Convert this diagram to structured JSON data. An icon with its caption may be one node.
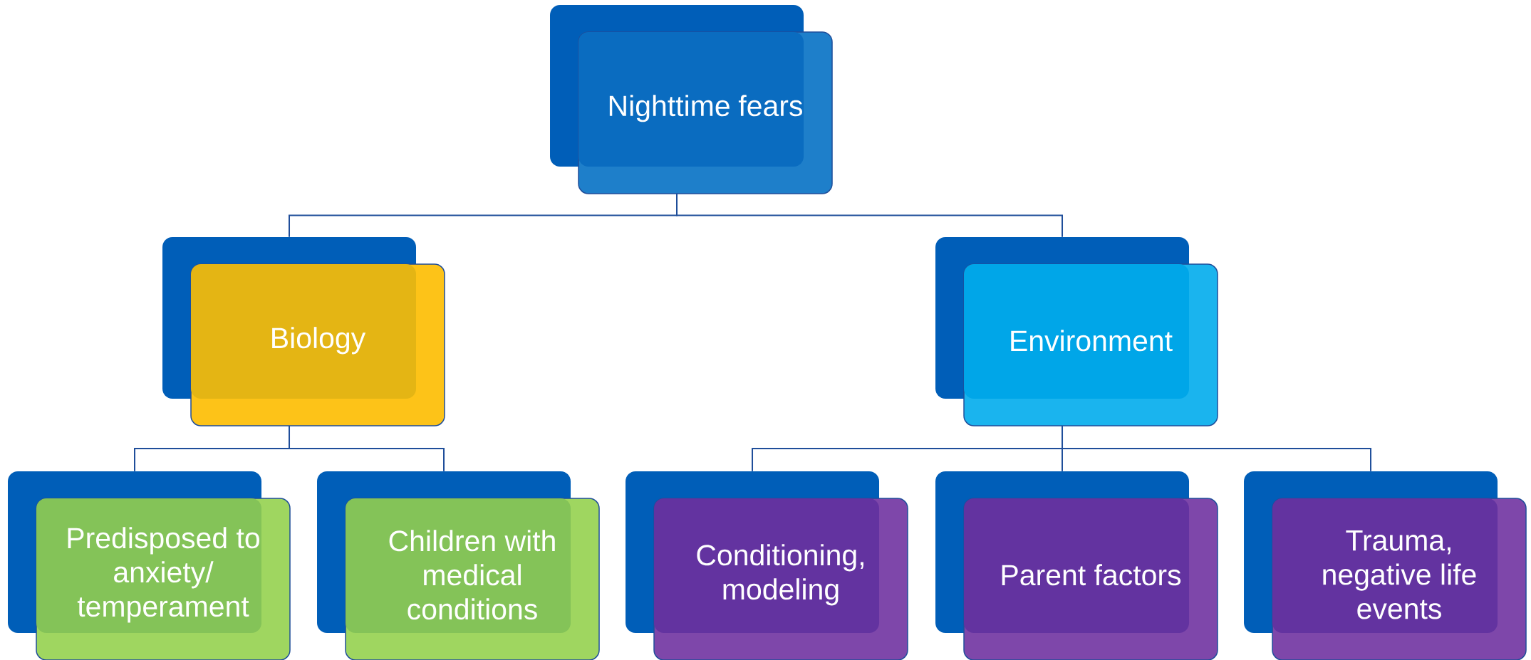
{
  "diagram": {
    "nodes": [
      {
        "text": [
          "Nighttime fears"
        ]
      },
      {
        "text": [
          "Biology"
        ]
      },
      {
        "text": [
          "Environment"
        ]
      },
      {
        "text": [
          "Predisposed to anxiety/ temperament"
        ]
      },
      {
        "text": [
          "Children with medical conditions"
        ]
      },
      {
        "text": [
          "Conditioning, modeling"
        ]
      },
      {
        "text": [
          "Parent factors"
        ]
      },
      {
        "text": [
          "Trauma, negative life events"
        ]
      }
    ],
    "edges": [
      {
        "from": 0,
        "to": 1,
        "arrow": "none"
      },
      {
        "from": 0,
        "to": 2,
        "arrow": "none"
      },
      {
        "from": 1,
        "to": 3,
        "arrow": "none"
      },
      {
        "from": 1,
        "to": 4,
        "arrow": "none"
      },
      {
        "from": 2,
        "to": 5,
        "arrow": "none"
      },
      {
        "from": 2,
        "to": 6,
        "arrow": "none"
      },
      {
        "from": 2,
        "to": 7,
        "arrow": "none"
      }
    ]
  }
}
